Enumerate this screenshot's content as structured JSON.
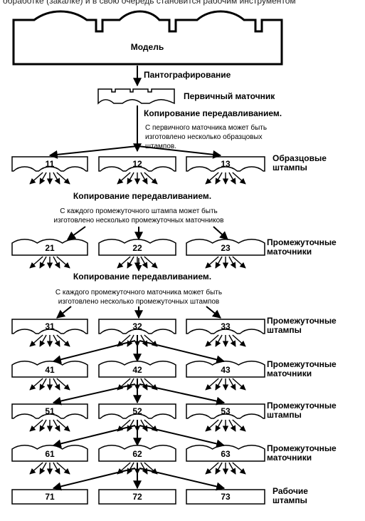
{
  "top_caption": "обработке (закалке) и в свою очередь становится рабочим инструментом",
  "model_label": "Модель",
  "steps": {
    "pantograph": "Пантографирование",
    "primary_master": "Первичный маточник",
    "copy_1_title": "Копирование передавливанием.",
    "copy_1_note": [
      "С первичного маточника может быть",
      "изготовлено несколько образцовых",
      "штампов."
    ],
    "copy_2_title": "Копирование передавливанием.",
    "copy_2_note": [
      "С каждого промежуточного штампа может быть",
      "изготовлено несколько промежуточных маточников"
    ],
    "copy_3_title": "Копирование передавливанием.",
    "copy_3_note": [
      "С каждого промежуточного маточника может быть",
      "изготовлено несколько промежуточных штампов"
    ]
  },
  "rows": [
    {
      "ids": [
        "11",
        "12",
        "13"
      ],
      "label": [
        "Образцовые",
        "штампы"
      ]
    },
    {
      "ids": [
        "21",
        "22",
        "23"
      ],
      "label": [
        "Промежуточные",
        "маточники"
      ]
    },
    {
      "ids": [
        "31",
        "32",
        "33"
      ],
      "label": [
        "Промежуточные",
        "штампы"
      ]
    },
    {
      "ids": [
        "41",
        "42",
        "43"
      ],
      "label": [
        "Промежуточные",
        "маточники"
      ]
    },
    {
      "ids": [
        "51",
        "52",
        "53"
      ],
      "label": [
        "Промежуточные",
        "штампы"
      ]
    },
    {
      "ids": [
        "61",
        "62",
        "63"
      ],
      "label": [
        "Промежуточные",
        "маточники"
      ]
    },
    {
      "ids": [
        "71",
        "72",
        "73"
      ],
      "label": [
        "Рабочие",
        "штампы"
      ]
    }
  ]
}
